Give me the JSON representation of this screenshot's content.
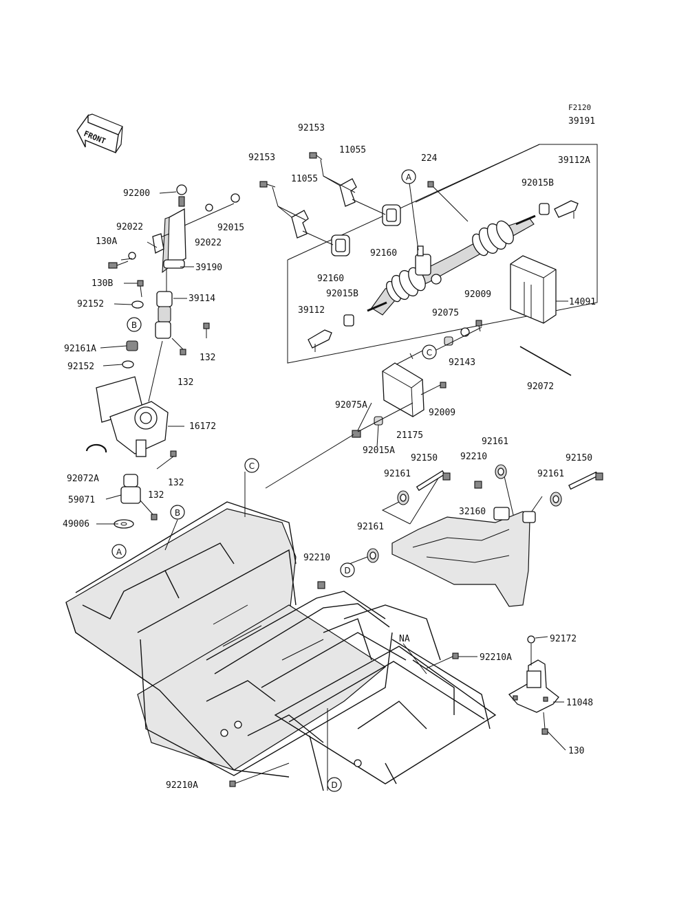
{
  "diagram_id": "F2120",
  "front_label": "FRONT",
  "callouts": {
    "A": "A",
    "B": "B",
    "C": "C",
    "D": "D"
  },
  "parts": {
    "p92153a": "92153",
    "p92153b": "92153",
    "p11055a": "11055",
    "p11055b": "11055",
    "p224": "224",
    "p39191": "39191",
    "p39112A": "39112A",
    "p92015B_r": "92015B",
    "p92160a": "92160",
    "p92160b": "92160",
    "p92015B_l": "92015B",
    "p39112": "39112",
    "p14091": "14091",
    "p92009a": "92009",
    "p92075": "92075",
    "p92143": "92143",
    "p92072": "92072",
    "p92200": "92200",
    "p92022a": "92022",
    "p92015": "92015",
    "p92022b": "92022",
    "p130A": "130A",
    "p39190": "39190",
    "p130B": "130B",
    "p39114": "39114",
    "p92152a": "92152",
    "p92161A": "92161A",
    "p132a": "132",
    "p92152b": "92152",
    "p132b": "132",
    "p16172": "16172",
    "p92072A": "92072A",
    "p132c": "132",
    "p59071": "59071",
    "p132d": "132",
    "p49006": "49006",
    "p92075A": "92075A",
    "p92009b": "92009",
    "p21175": "21175",
    "p92015A": "92015A",
    "p92161a": "92161",
    "p92210a": "92210",
    "p92150a": "92150",
    "p92161b": "92161",
    "p92150b": "92150",
    "p92161c": "92161",
    "p92161d": "92161",
    "p32160": "32160",
    "p92210b": "92210",
    "p92172": "92172",
    "p92210A_r": "92210A",
    "p11048": "11048",
    "p130": "130",
    "p92210A_l": "92210A",
    "pNA": "NA"
  }
}
